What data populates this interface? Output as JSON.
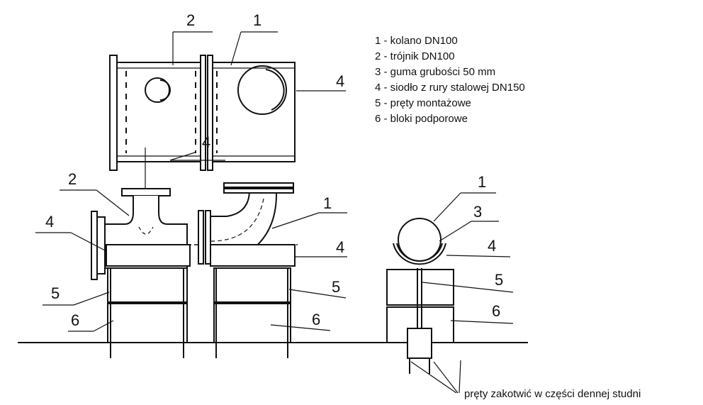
{
  "legend": [
    "1 - kolano DN100",
    "2 - trójnik DN100",
    "3 - guma grubości 50 mm",
    "4 - siodło z rury stalowej DN150",
    "5 - pręty montażowe",
    "6 - bloki podporowe"
  ],
  "note": "pręty zakotwić w części dennej studni",
  "top_view": {
    "labels": [
      "2",
      "1",
      "4",
      "4"
    ]
  },
  "front_view": {
    "labels": [
      "2",
      "4",
      "1",
      "4",
      "5",
      "5",
      "6",
      "6"
    ]
  },
  "side_view": {
    "labels": [
      "1",
      "3",
      "4",
      "5",
      "6"
    ]
  }
}
